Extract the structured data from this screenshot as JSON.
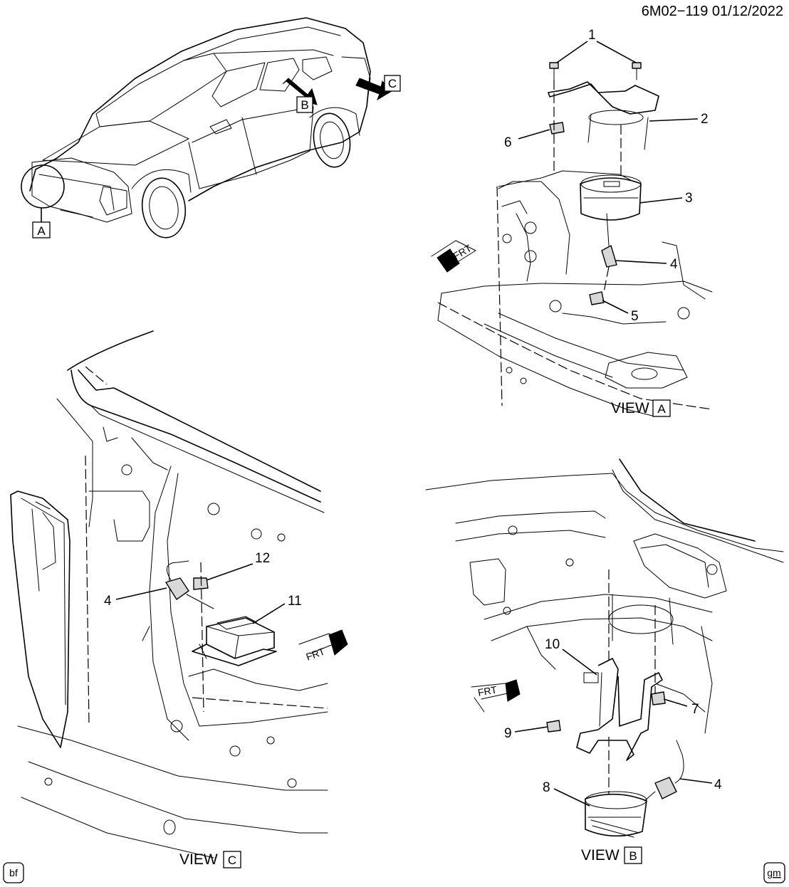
{
  "header": {
    "code": "6M02−119 01/12/2022"
  },
  "callouts": [
    "1",
    "2",
    "3",
    "4",
    "5",
    "6",
    "7",
    "8",
    "9",
    "10",
    "11",
    "12"
  ],
  "views": {
    "prefix": "VIEW",
    "a": "A",
    "b": "B",
    "c": "C"
  },
  "arrow_label": "FRT",
  "tags": {
    "left": "bf",
    "right": "gm"
  }
}
